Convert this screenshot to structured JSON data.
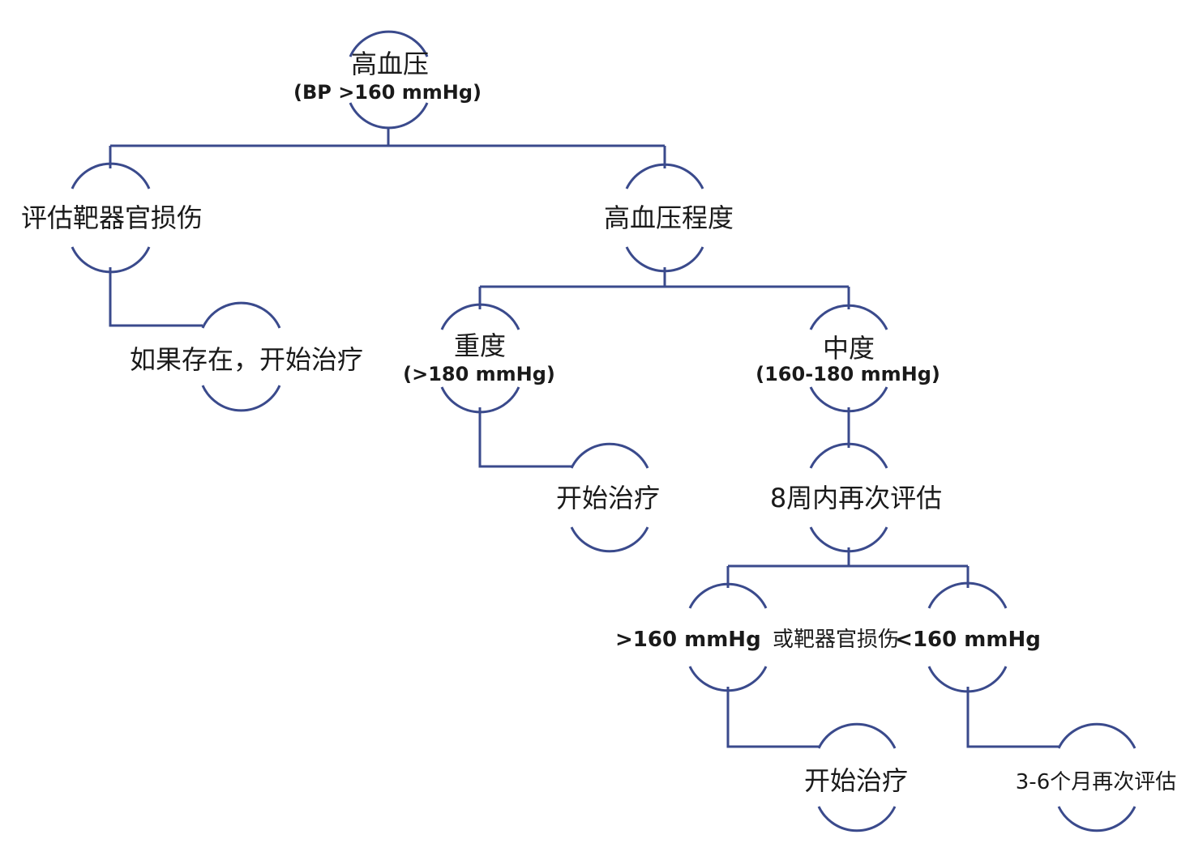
{
  "colors": {
    "line": "#3a4a8c",
    "text": "#1a1a1a",
    "background": "#ffffff"
  },
  "nodes": {
    "root": {
      "title": "高血压",
      "subtitle": "(BP >160 mmHg)"
    },
    "assess": {
      "title": "评估靶器官损伤"
    },
    "if_present": {
      "title": "如果存在，开始治疗"
    },
    "severity": {
      "title": "高血压程度"
    },
    "severe": {
      "title": "重度",
      "subtitle": "(>180 mmHg)"
    },
    "severe_treat": {
      "title": "开始治疗"
    },
    "moderate": {
      "title": "中度",
      "subtitle": "(160-180 mmHg)"
    },
    "reassess_8w": {
      "title": "8周内再次评估"
    },
    "high_or_damage": {
      "value": ">160 mmHg",
      "suffix": "或靶器官损伤"
    },
    "below_160": {
      "value": "<160 mmHg"
    },
    "high_treat": {
      "title": "开始治疗"
    },
    "reassess_3_6m": {
      "title": "3-6个月再次评估"
    }
  }
}
